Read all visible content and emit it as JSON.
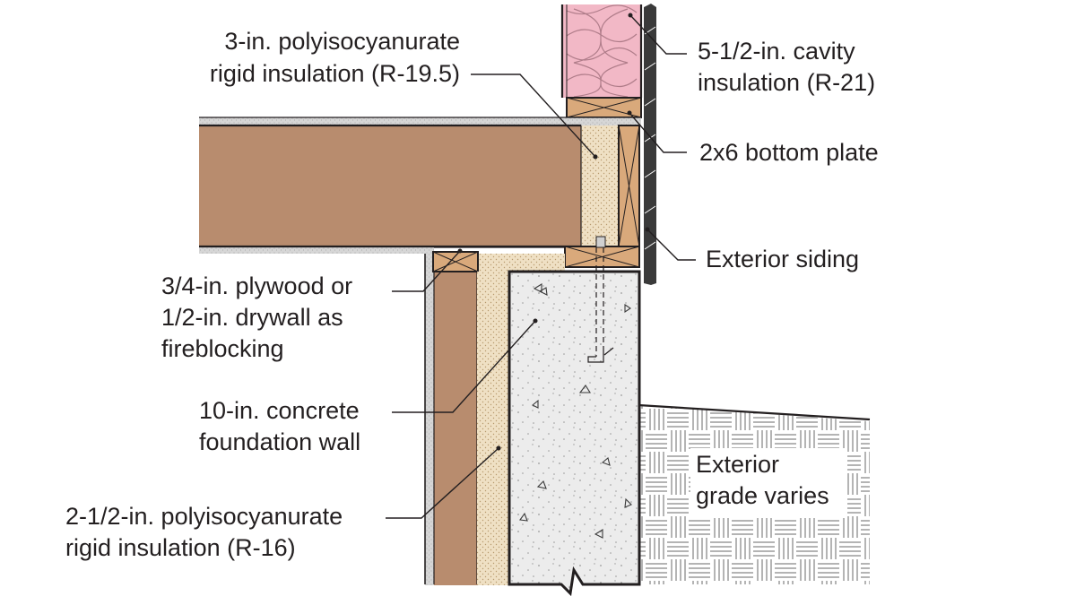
{
  "labels": {
    "cavity_insulation": [
      "5-1/2-in. cavity",
      "insulation (R-21)"
    ],
    "polyiso_3in": [
      "3-in. polyisocyanurate",
      "rigid insulation (R-19.5)"
    ],
    "bottom_plate": [
      "2x6 bottom plate"
    ],
    "exterior_siding": [
      "Exterior siding"
    ],
    "fireblocking": [
      "3/4-in. plywood or",
      "1/2-in. drywall as",
      "fireblocking"
    ],
    "concrete_wall": [
      "10-in. concrete",
      "foundation wall"
    ],
    "exterior_grade": [
      "Exterior",
      "grade varies"
    ],
    "polyiso_2_5in": [
      "2-1/2-in. polyisocyanurate",
      "rigid insulation (R-16)"
    ]
  },
  "colors": {
    "lumber": "#b88c6e",
    "lumber_light": "#d9a97b",
    "cavity_insulation": "#f2b8c6",
    "rigid_insulation": "#efe0c4",
    "concrete": "#ececec",
    "drywall": "#d6d6d6",
    "soil": "#ffffff",
    "line": "#231f20"
  }
}
